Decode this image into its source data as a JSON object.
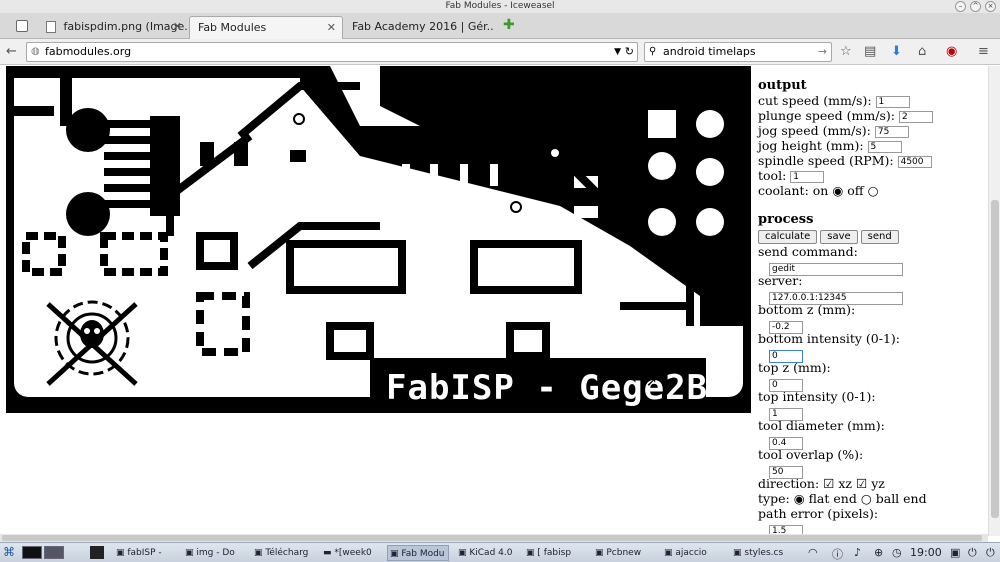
{
  "window": {
    "title": "Fab Modules - Iceweasel"
  },
  "tabs": [
    {
      "label": "fabispdim.png (Image..."
    },
    {
      "label": "Fab Modules"
    },
    {
      "label": "Fab Academy 2016 | Gér..."
    }
  ],
  "nav": {
    "url": "fabmodules.org",
    "search_value": "android timelaps"
  },
  "board": {
    "text": "FabISP - Gege2B"
  },
  "output": {
    "heading": "output",
    "cut_speed_label": "cut speed (mm/s):",
    "cut_speed": "1",
    "plunge_speed_label": "plunge speed (mm/s):",
    "plunge_speed": "2",
    "jog_speed_label": "jog speed (mm/s):",
    "jog_speed": "75",
    "jog_height_label": "jog height (mm):",
    "jog_height": "5",
    "spindle_label": "spindle speed (RPM):",
    "spindle": "4500",
    "tool_label": "tool:",
    "tool": "1",
    "coolant_label": "coolant: on",
    "coolant_off": "off"
  },
  "process": {
    "heading": "process",
    "calculate": "calculate",
    "save": "save",
    "send": "send",
    "send_command_label": "send command:",
    "send_command": "gedit",
    "server_label": "server:",
    "server": "127.0.0.1:12345",
    "bottom_z_label": "bottom z (mm):",
    "bottom_z": "-0.2",
    "bottom_intensity_label": "bottom intensity (0-1):",
    "bottom_intensity": "0",
    "top_z_label": "top z (mm):",
    "top_z": "0",
    "top_intensity_label": "top intensity (0-1):",
    "top_intensity": "1",
    "tool_diameter_label": "tool diameter (mm):",
    "tool_diameter": "0.4",
    "tool_overlap_label": "tool overlap (%):",
    "tool_overlap": "50",
    "direction_label": "direction:",
    "dir_xz": "xz",
    "dir_yz": "yz",
    "type_label": "type:",
    "type_flat": "flat end",
    "type_ball": "ball end",
    "path_error_label": "path error (pixels):",
    "path_error": "1.5"
  },
  "taskbar": {
    "items": [
      "fabISP -",
      "img - Do",
      "Télécharg",
      "*[week0",
      "Fab Modu",
      "KiCad 4.0",
      "[ fabisp",
      "Pcbnew",
      "ajaccio",
      "styles.cs"
    ],
    "clock": "19:00"
  }
}
